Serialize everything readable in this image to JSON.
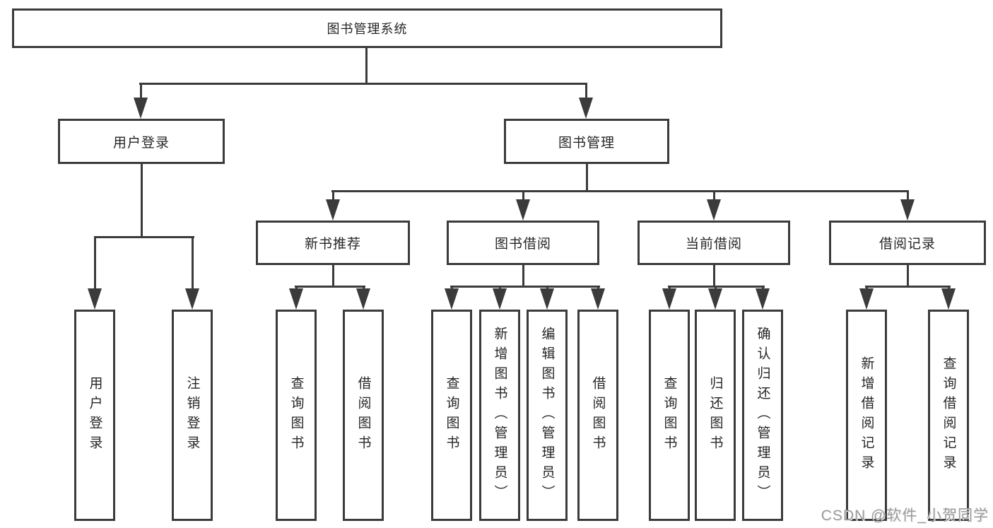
{
  "root": {
    "label": "图书管理系统"
  },
  "level2": {
    "user_login": {
      "label": "用户登录"
    },
    "book_mgmt": {
      "label": "图书管理"
    }
  },
  "level3": {
    "new_book_rec": {
      "label": "新书推荐"
    },
    "book_borrow": {
      "label": "图书借阅"
    },
    "current_borrow": {
      "label": "当前借阅"
    },
    "borrow_record": {
      "label": "借阅记录"
    }
  },
  "leaves": {
    "user_login": {
      "label": "用户登录"
    },
    "logout": {
      "label": "注销登录"
    },
    "nbr_query_book": {
      "label": "查询图书"
    },
    "nbr_borrow_book": {
      "label": "借阅图书"
    },
    "bb_query_book": {
      "label": "查询图书"
    },
    "bb_add_book": {
      "label": "新增图书（管理员）"
    },
    "bb_edit_book": {
      "label": "编辑图书（管理员）"
    },
    "bb_borrow_book": {
      "label": "借阅图书"
    },
    "cb_query_book": {
      "label": "查询图书"
    },
    "cb_return_book": {
      "label": "归还图书"
    },
    "cb_confirm_return": {
      "label": "确认归还（管理员）"
    },
    "br_add_record": {
      "label": "新增借阅记录"
    },
    "br_query_record": {
      "label": "查询借阅记录"
    }
  },
  "watermark": {
    "text": "CSDN @软件_小贺同学"
  },
  "colors": {
    "line": "#3b3b3b",
    "text": "#262626",
    "watermark": "#9c9c9c",
    "background": "#ffffff"
  }
}
